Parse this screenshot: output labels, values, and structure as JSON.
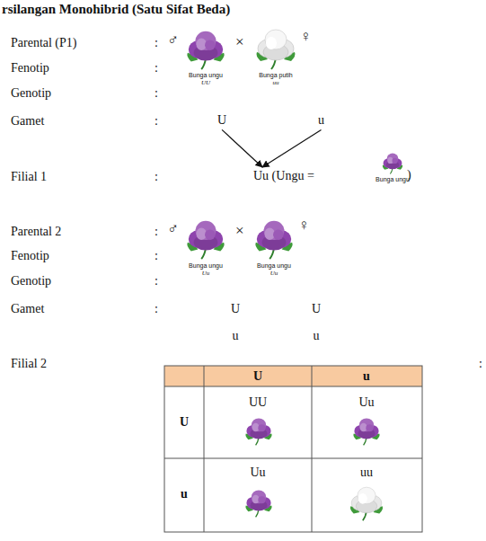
{
  "diagram": {
    "title": "rsilangan Monohibrid (Satu Sifat Beda)",
    "nodes": [
      {
        "text": [
          "U"
        ]
      },
      {
        "text": [
          "u"
        ]
      },
      {
        "text": [
          "Uu (Ungu ="
        ]
      }
    ],
    "edges": [
      {
        "from": 0,
        "to": 2,
        "arrow": "to"
      },
      {
        "from": 1,
        "to": 2,
        "arrow": "to"
      }
    ],
    "labels": [
      "Parental (P1)",
      ":",
      "Fenotip",
      ":",
      "Genotip",
      ":",
      "Gamet",
      ":",
      "♂",
      "×",
      "♀",
      "Bunga ungu",
      "UU",
      "Bunga putih",
      "uu",
      "Filial 1",
      ":",
      ")",
      "Bunga ungu",
      "Parental 2",
      ":",
      "Fenotip",
      ":",
      "Genotip",
      ":",
      "Gamet",
      ":",
      "♂",
      "×",
      "♀",
      "Bunga ungu",
      "Uu",
      "Bunga ungu",
      "Uu",
      "U",
      "U",
      "u",
      "u",
      "Filial 2",
      ":",
      "U",
      "u",
      "U",
      "UU",
      "Uu",
      "u",
      "Uu",
      "uu"
    ]
  }
}
